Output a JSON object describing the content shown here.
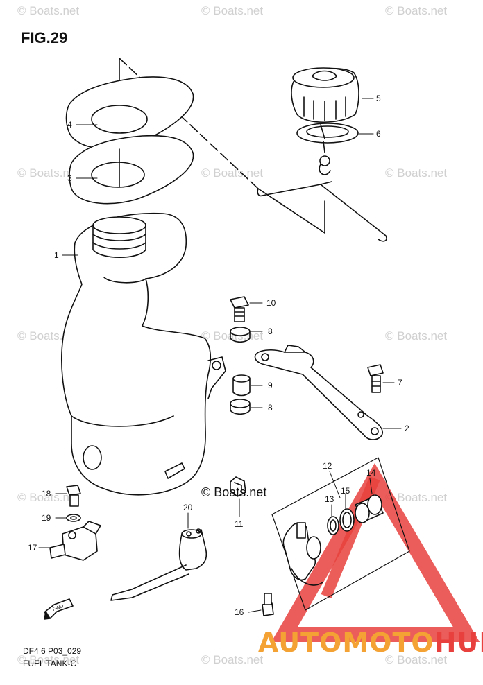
{
  "figure": {
    "title": "FIG.29"
  },
  "footer": {
    "code": "DF4 6 P03_029",
    "name": "FUEL TANK-C"
  },
  "watermark": {
    "text": "© Boats.net",
    "center_text": "© Boats.net"
  },
  "brand": {
    "part1": "AUTOMOTO",
    "part2": "HUB",
    "color_primary": "#f3a233",
    "color_secondary": "#e8413d",
    "triangle_color": "#e8413d"
  },
  "callouts": [
    "1",
    "2",
    "3",
    "4",
    "5",
    "6",
    "7",
    "8",
    "8",
    "9",
    "10",
    "11",
    "12",
    "13",
    "14",
    "15",
    "16",
    "17",
    "18",
    "19",
    "20"
  ],
  "fwd_label": "FWD"
}
